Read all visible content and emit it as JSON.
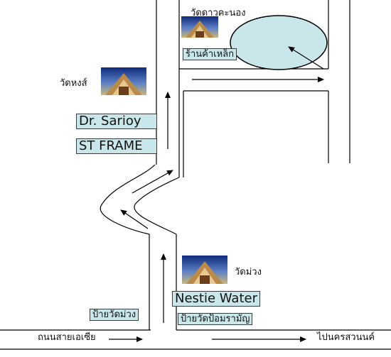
{
  "temples": {
    "wat_dao_khanong": "วัดดาวคะนอง",
    "wat_hong": "วัดหงส์",
    "wat_muang": "วัดม่วง"
  },
  "shops": {
    "steel_shop": "ร้านค้าเหล็ก",
    "dr_sarioy": "Dr. Sarioy",
    "st_frame": "ST FRAME",
    "nestie_water": "Nestie Water"
  },
  "signs": {
    "wat_muang_sign": "ป้ายวัดม่วง",
    "wat_pom_sign": "ป้ายวัดป้อมรามัญ"
  },
  "roads": {
    "asia_road": "ถนนสายเอเซีย",
    "to_nakhon_sawan": "ไปนครสวนนค์"
  },
  "colors": {
    "label_fill": "#c9e7ea",
    "lake_fill": "#c9e7ea",
    "road_line": "#000000"
  }
}
